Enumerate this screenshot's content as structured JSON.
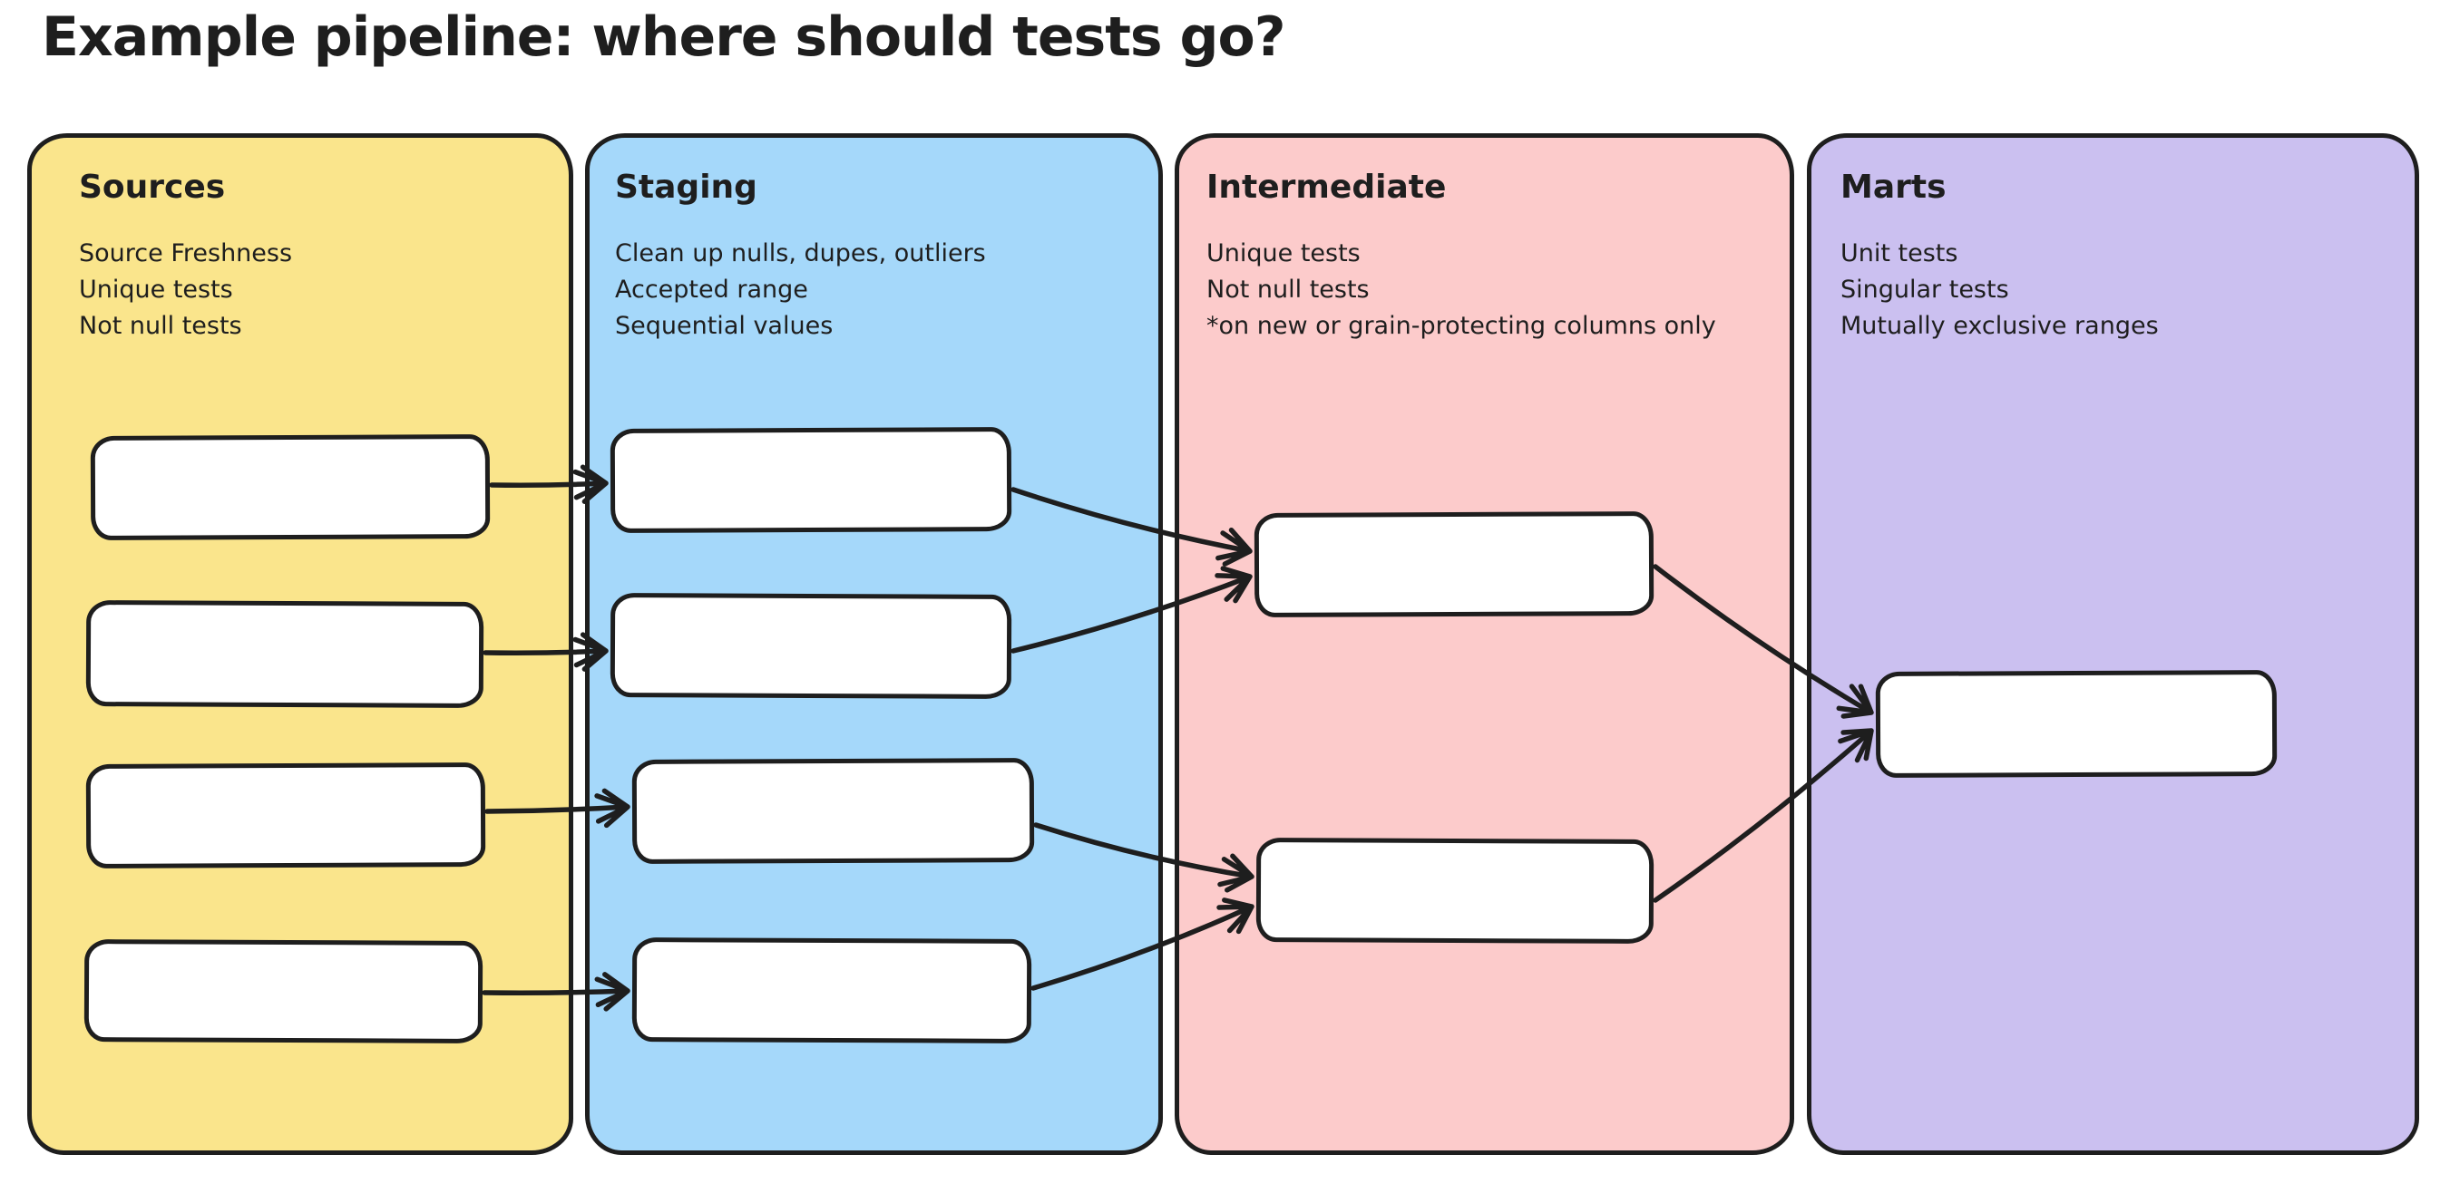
{
  "title": "Example pipeline: where should tests go?",
  "ink_color": "#1e1e1e",
  "canvas_color": "#ffffff",
  "node_fill_color": "#ffffff",
  "panels": [
    {
      "id": "sources",
      "name": "Sources",
      "fill": "#fae58c",
      "notes": [
        "Source Freshness",
        "Unique tests",
        "Not null tests"
      ]
    },
    {
      "id": "staging",
      "name": "Staging",
      "fill": "#a5d8fa",
      "notes": [
        "Clean up nulls, dupes, outliers",
        "Accepted range",
        "Sequential values"
      ]
    },
    {
      "id": "intermediate",
      "name": "Intermediate",
      "fill": "#fccbcb",
      "notes": [
        "Unique tests",
        "Not null tests",
        "*on new or grain-protecting columns only"
      ]
    },
    {
      "id": "marts",
      "name": "Marts",
      "fill": "#cbc0f0",
      "notes": [
        "Unit tests",
        "Singular tests",
        "Mutually exclusive ranges"
      ]
    }
  ],
  "nodes": [
    {
      "id": "source-1",
      "panel": "sources"
    },
    {
      "id": "source-2",
      "panel": "sources"
    },
    {
      "id": "source-3",
      "panel": "sources"
    },
    {
      "id": "source-4",
      "panel": "sources"
    },
    {
      "id": "staging-1",
      "panel": "staging"
    },
    {
      "id": "staging-2",
      "panel": "staging"
    },
    {
      "id": "staging-3",
      "panel": "staging"
    },
    {
      "id": "staging-4",
      "panel": "staging"
    },
    {
      "id": "intermediate-1",
      "panel": "intermediate"
    },
    {
      "id": "intermediate-2",
      "panel": "intermediate"
    },
    {
      "id": "marts-1",
      "panel": "marts"
    }
  ],
  "edges": [
    {
      "from": "source-1",
      "to": "staging-1"
    },
    {
      "from": "source-2",
      "to": "staging-2"
    },
    {
      "from": "source-3",
      "to": "staging-3"
    },
    {
      "from": "source-4",
      "to": "staging-4"
    },
    {
      "from": "staging-1",
      "to": "intermediate-1"
    },
    {
      "from": "staging-2",
      "to": "intermediate-1"
    },
    {
      "from": "staging-3",
      "to": "intermediate-2"
    },
    {
      "from": "staging-4",
      "to": "intermediate-2"
    },
    {
      "from": "intermediate-1",
      "to": "marts-1"
    },
    {
      "from": "intermediate-2",
      "to": "marts-1"
    }
  ]
}
